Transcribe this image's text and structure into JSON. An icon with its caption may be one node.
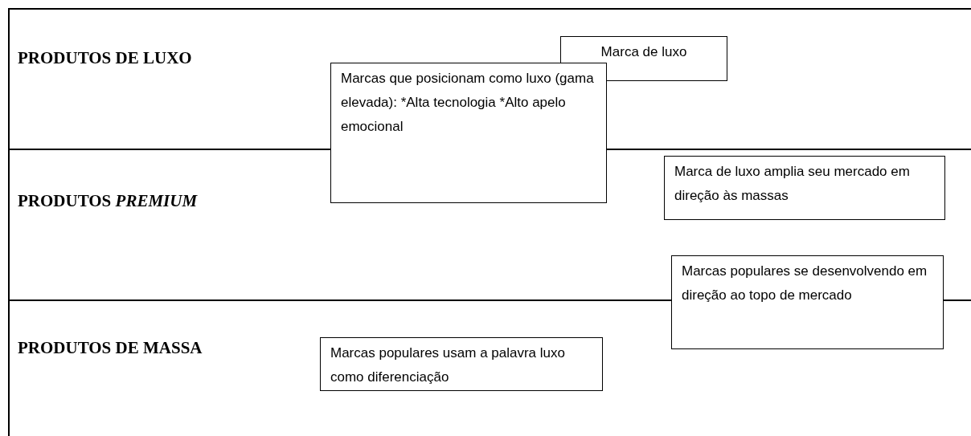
{
  "diagram": {
    "nodes": [
      {
        "text": [
          "PRODUTOS DE LUXO"
        ]
      },
      {
        "text": [
          "PRODUTOS *PREMIUM*"
        ]
      },
      {
        "text": [
          "PRODUTOS DE MASSA"
        ]
      },
      {
        "text": [
          "Marca de luxo"
        ],
        "in": 0
      },
      {
        "text": [
          "Marcas que posicionam como luxo (gama elevada):  *Alta tecnologia *Alto apelo emocional"
        ]
      },
      {
        "text": [
          "Marca de luxo amplia seu mercado em direção às massas"
        ],
        "in": 1
      },
      {
        "text": [
          "Marcas populares se desenvolvendo em direção ao topo de mercado"
        ]
      },
      {
        "text": [
          "Marcas populares usam a palavra luxo como diferenciação"
        ],
        "in": 2
      }
    ]
  }
}
